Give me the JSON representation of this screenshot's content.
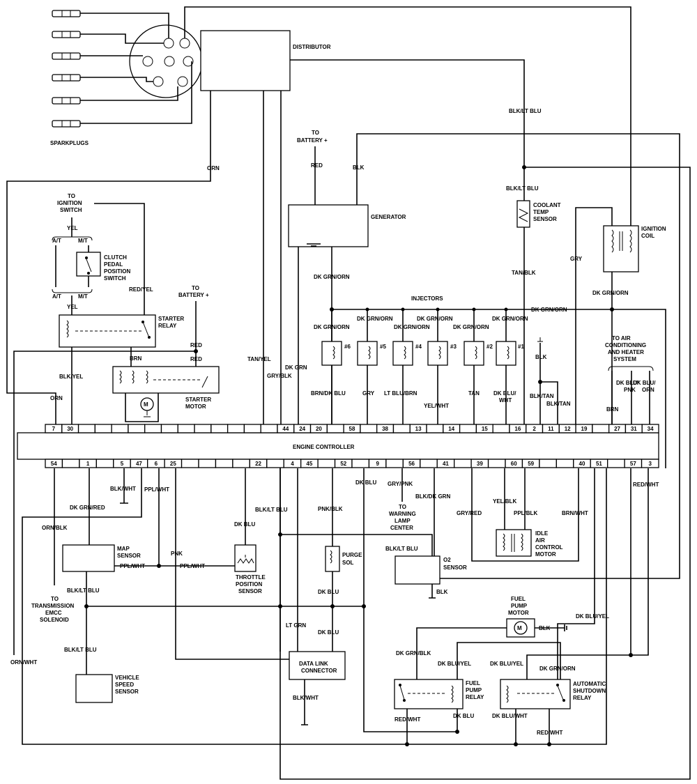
{
  "components": {
    "distributor": "DISTRIBUTOR",
    "sparkplugs": "SPARKPLUGS",
    "generator": "GENERATOR",
    "engine_controller": "ENGINE CONTROLLER",
    "injectors": "INJECTORS",
    "coolant_sensor": [
      "COOLANT",
      "TEMP",
      "SENSOR"
    ],
    "ignition_coil": [
      "IGNITION",
      "COIL"
    ],
    "clutch_switch": [
      "CLUTCH",
      "PEDAL",
      "POSITION",
      "SWITCH"
    ],
    "starter_relay": [
      "STARTER",
      "RELAY"
    ],
    "starter_motor": [
      "STARTER",
      "MOTOR"
    ],
    "map_sensor": [
      "MAP",
      "SENSOR"
    ],
    "throttle_sensor": [
      "THROTTLE",
      "POSITION",
      "SENSOR"
    ],
    "purge_sol": [
      "PURGE",
      "SOL"
    ],
    "o2_sensor": [
      "O2",
      "SENSOR"
    ],
    "idle_air": [
      "IDLE",
      "AIR",
      "CONTROL",
      "MOTOR"
    ],
    "fuel_pump_motor": [
      "FUEL",
      "PUMP",
      "MOTOR"
    ],
    "fuel_pump_relay": [
      "FUEL",
      "PUMP",
      "RELAY"
    ],
    "asd_relay": [
      "AUTOMATIC",
      "SHUTDOWN",
      "RELAY"
    ],
    "data_link": [
      "DATA LINK",
      "CONNECTOR"
    ],
    "vss": [
      "VEHICLE",
      "SPEED",
      "SENSOR"
    ],
    "emcc": [
      "TO",
      "TRANSMISSION",
      "EMCC",
      "SOLENOID"
    ],
    "warning_lamp": [
      "TO",
      "WARNING",
      "LAMP",
      "CENTER"
    ],
    "ac_heater": [
      "TO  AIR",
      "CONDITIONING",
      "AND HEATER",
      "SYSTEM"
    ],
    "ignition_switch": [
      "TO",
      "IGNITION",
      "SWITCH"
    ],
    "battery_top": [
      "TO",
      "BATTERY +"
    ],
    "battery_starter": [
      "TO",
      "BATTERY +"
    ]
  },
  "injector_labels": [
    "#6",
    "#5",
    "#4",
    "#3",
    "#2",
    "#1"
  ],
  "top_pins": [
    "7",
    "30",
    "",
    "",
    "",
    "",
    "",
    "",
    "",
    "",
    "",
    "",
    "",
    "",
    "44",
    "24",
    "20",
    "",
    "58",
    "",
    "38",
    "",
    "13",
    "",
    "14",
    "",
    "15",
    "",
    "16",
    "2",
    "11",
    "12",
    "19",
    "",
    "27",
    "31",
    "34"
  ],
  "bottom_pins": [
    "54",
    "",
    "1",
    "",
    "5",
    "47",
    "6",
    "25",
    "",
    "",
    "",
    "",
    "22",
    "",
    "4",
    "45",
    "",
    "52",
    "",
    "9",
    "",
    "56",
    "",
    "41",
    "",
    "39",
    "",
    "60",
    "59",
    "",
    "",
    "40",
    "51",
    "",
    "57",
    "3"
  ],
  "wire_labels": {
    "orn": "ORN",
    "orn2": "ORN",
    "blk_lt_blu": "BLK/LT BLU",
    "blk_lt_blu2": "BLK/LT BLU",
    "red": "RED",
    "blk": "BLK",
    "tan_blk": "TAN/BLK",
    "gry_coil": "GRY",
    "dk_grn_orn_coil": "DK GRN/ORN",
    "dk_grn_orn_gen": "DK GRN/ORN",
    "dk_grn_orn_bus": "DK GRN/ORN",
    "yel": "YEL",
    "yel2": "YEL",
    "at": "A/T",
    "mt": "M/T",
    "at2": "A/T",
    "mt2": "M/T",
    "red_yel": "RED/YEL",
    "red_batt": "RED",
    "red_batt2": "RED",
    "brn": "BRN",
    "blk_yel": "BLK/YEL",
    "tan_yel": "TAN/YEL",
    "gry_blk": "GRY/BLK",
    "dk_grn": "DK GRN",
    "brn_dk_blu": "BRN/DK BLU",
    "gry_inj": "GRY",
    "lt_blu_brn": "LT BLU/BRN",
    "yel_wht": "YEL/WHT",
    "tan": "TAN",
    "dk_blu_wht": [
      "DK BLU/",
      "WHT"
    ],
    "blk_ac": "BLK",
    "blk_tan": "BLK/TAN",
    "blk_tan2": "BLK/TAN",
    "brn_ac": "BRN",
    "dk_blu_pnk": [
      "DK BLU/",
      "PNK"
    ],
    "dk_blu_orn": [
      "DK BLU/",
      "ORN"
    ],
    "blk_wht": "BLK/WHT",
    "dk_grn_red": "DK GRN/RED",
    "ppl_wht": "PPL/WHT",
    "ppl_wht2": "PPL/WHT",
    "ppl_wht3": "PPL/WHT",
    "pnk": "PNK",
    "dk_blu_tps": "DK BLU",
    "blk_lt_blu_4": "BLK/LT BLU",
    "lt_grn": "LT GRN",
    "pnk_blk": "PNK/BLK",
    "dk_blu_9": "DK BLU",
    "dk_blu_p1": "DK BLU",
    "dk_blu_p2": "DK BLU",
    "gry_pnk": "GRY/PNK",
    "blk_dk_grn": "BLK/DK GRN",
    "blk_lt_blu_o2": "BLK/LT BLU",
    "blk_o2": "BLK",
    "gry_red": "GRY/RED",
    "yel_blk": "YEL/BLK",
    "ppl_blk": "PPL/BLK",
    "brn_wht": "BRN/WHT",
    "red_wht": "RED/WHT",
    "orn_blk": "ORN/BLK",
    "orn_wht": "ORN/WHT",
    "blk_lt_blu_map": "BLK/LT BLU",
    "blk_lt_blu_vss": "BLK/LT BLU",
    "blk_wht_dl": "BLK/WHT",
    "blk_fp": "BLK",
    "dk_blu_yel": "DK BLU/YEL",
    "dk_grn_blk": "DK GRN/BLK",
    "dk_blu_yel2": "DK BLU/YEL",
    "dk_blu_yel3": "DK BLU/YEL",
    "dk_grn_orn_asd": "DK GRN/ORN",
    "red_wht_fp": "RED/WHT",
    "dk_blu_fp": "DK BLU",
    "dk_blu_wht_asd": "DK BLU/WHT",
    "red_wht_asd": "RED/WHT"
  }
}
